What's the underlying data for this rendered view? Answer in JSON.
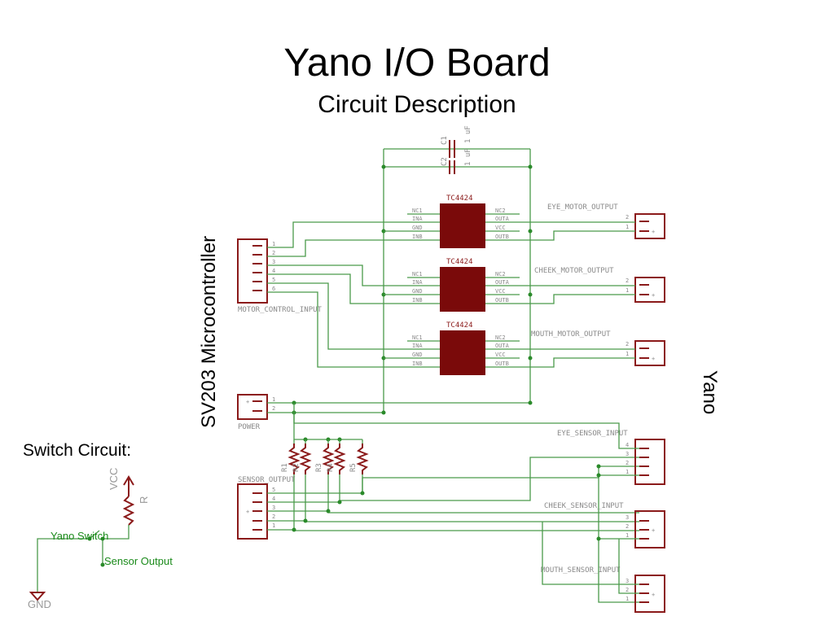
{
  "title": "Yano I/O Board",
  "subtitle": "Circuit Description",
  "left_vertical_label": "SV203 Microcontroller",
  "right_vertical_label": "Yano",
  "switch_circuit": {
    "heading": "Switch Circuit:",
    "vcc": "VCC",
    "resistor": "R",
    "switch": "Yano Switch",
    "output": "Sensor Output",
    "ground": "GND"
  },
  "capacitors": {
    "c2": "C2",
    "c1": "C1",
    "v2": "1 uF",
    "v1": "1 uF"
  },
  "chip": {
    "name": "TC4424",
    "left_pins": [
      "NC1",
      "INA",
      "GND",
      "INB"
    ],
    "right_pins": [
      "NC2",
      "OUTA",
      "VCC",
      "OUTB"
    ]
  },
  "connectors": {
    "motor_control_input": {
      "label": "MOTOR_CONTROL_INPUT",
      "pins": [
        "1",
        "2",
        "3",
        "4",
        "5",
        "6"
      ]
    },
    "power": {
      "label": "POWER",
      "pins": [
        "1",
        "2"
      ]
    },
    "sensor_output": {
      "label": "SENSOR_OUTPUT",
      "pins": [
        "5",
        "4",
        "3",
        "2",
        "1"
      ]
    },
    "eye_motor_output": {
      "label": "EYE_MOTOR_OUTPUT",
      "pins": [
        "2",
        "1"
      ]
    },
    "cheek_motor_output": {
      "label": "CHEEK_MOTOR_OUTPUT",
      "pins": [
        "2",
        "1"
      ]
    },
    "mouth_motor_output": {
      "label": "MOUTH_MOTOR_OUTPUT",
      "pins": [
        "2",
        "1"
      ]
    },
    "eye_sensor_input": {
      "label": "EYE_SENSOR_INPUT",
      "pins": [
        "4",
        "3",
        "2",
        "1"
      ]
    },
    "cheek_sensor_input": {
      "label": "CHEEK_SENSOR_INPUT",
      "pins": [
        "3",
        "2",
        "1"
      ]
    },
    "mouth_sensor_input": {
      "label": "MOUTH_SENSOR_INPUT",
      "pins": [
        "3",
        "2",
        "1"
      ]
    }
  },
  "resistors": [
    "R1",
    "R2",
    "R3",
    "R4",
    "R5"
  ]
}
